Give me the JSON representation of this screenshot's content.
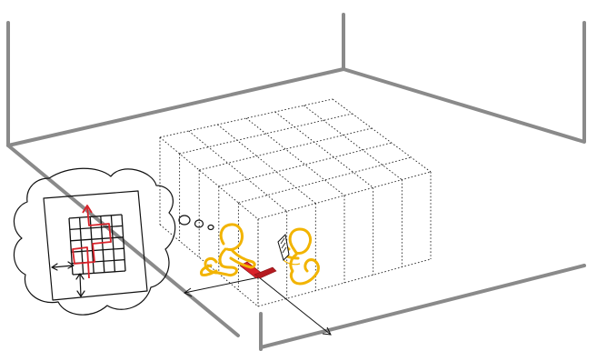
{
  "figure": {
    "colors": {
      "room_walls": "#8a8a8a",
      "grid_lines": "#222222",
      "people": "#f2b400",
      "marker_and_path": "#d9222a",
      "outline": "#111111"
    },
    "icons": [
      "room-corner",
      "dotted-block-grid",
      "thought-bubble",
      "map-sketch",
      "crawling-child",
      "seated-adult",
      "tablet",
      "floor-marker"
    ],
    "block_grid": {
      "rows": 5,
      "columns": 6
    },
    "map_grid": {
      "rows": 5,
      "columns": 5
    }
  }
}
